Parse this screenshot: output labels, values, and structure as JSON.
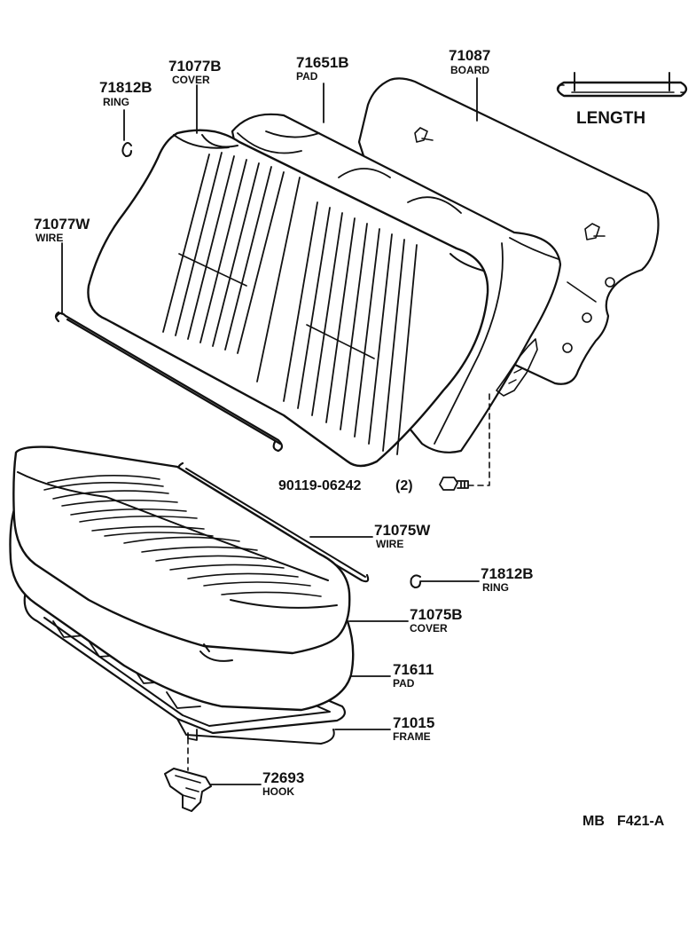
{
  "parts": [
    {
      "id": "ring-top",
      "number": "71812B",
      "name": "RING"
    },
    {
      "id": "cover-back",
      "number": "71077B",
      "name": "COVER"
    },
    {
      "id": "pad-back",
      "number": "71651B",
      "name": "PAD"
    },
    {
      "id": "board",
      "number": "71087",
      "name": "BOARD"
    },
    {
      "id": "wire-back",
      "number": "71077W",
      "name": "WIRE"
    },
    {
      "id": "bolt",
      "number": "90119-06242",
      "qty": "(2)"
    },
    {
      "id": "wire-cushion",
      "number": "71075W",
      "name": "WIRE"
    },
    {
      "id": "ring-cushion",
      "number": "71812B",
      "name": "RING"
    },
    {
      "id": "cover-cushion",
      "number": "71075B",
      "name": "COVER"
    },
    {
      "id": "pad-cushion",
      "number": "71611",
      "name": "PAD"
    },
    {
      "id": "frame",
      "number": "71015",
      "name": "FRAME"
    },
    {
      "id": "hook",
      "number": "72693",
      "name": "HOOK"
    }
  ],
  "legend": {
    "length_label": "LENGTH"
  },
  "footer": {
    "code_left": "MB",
    "code_right": "F421-A"
  }
}
